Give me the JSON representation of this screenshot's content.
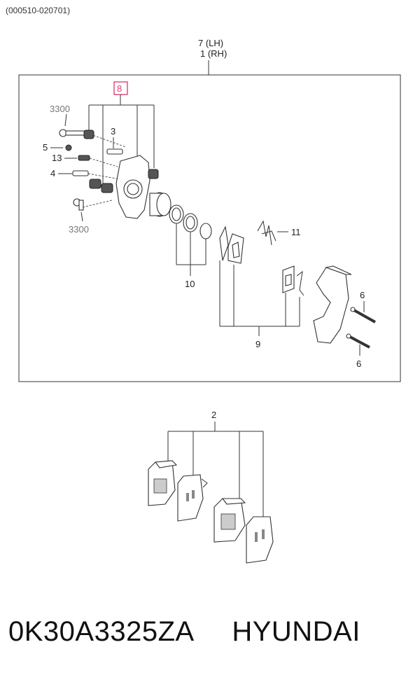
{
  "header": {
    "code_range": "(000510-020701)"
  },
  "diagram": {
    "label_lh": "7 (LH)",
    "label_rh": "1 (RH)",
    "callouts": {
      "c8": "8",
      "c3300_top": "3300",
      "c3": "3",
      "c5": "5",
      "c13": "13",
      "c4": "4",
      "c3300_bottom": "3300",
      "c11": "11",
      "c10": "10",
      "c6_top": "6",
      "c9": "9",
      "c6_bottom": "6",
      "c2": "2"
    },
    "highlight_color": "#e0407a"
  },
  "footer": {
    "part_number": "0K30A3325ZA",
    "brand": "HYUNDAI"
  }
}
